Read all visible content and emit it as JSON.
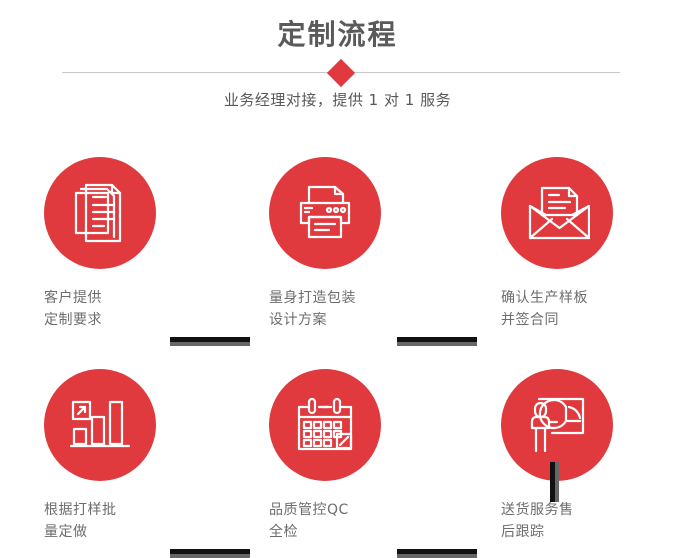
{
  "header": {
    "title": "定制流程",
    "subtitle": "业务经理对接，提供 1 对 1 服务",
    "divider_icon": "diamond-icon",
    "accent_color": "#e03a3e",
    "title_color": "#5a5a5a",
    "divider_color": "#c9c9c9"
  },
  "flow": {
    "connector_colors": {
      "main": "#111111",
      "shadow": "#666666"
    },
    "steps": [
      {
        "index": 1,
        "icon": "documents-stack-icon",
        "label": "客户提供\n定制要求"
      },
      {
        "index": 2,
        "icon": "printer-icon",
        "label": "量身打造包装\n设计方案"
      },
      {
        "index": 3,
        "icon": "open-envelope-letter-icon",
        "label": "确认生产样板\n并签合同"
      },
      {
        "index": 4,
        "icon": "bar-chart-growth-icon",
        "label": "根据打样批\n量定做"
      },
      {
        "index": 5,
        "icon": "calendar-check-icon",
        "label": "品质管控QC\n全检"
      },
      {
        "index": 6,
        "icon": "presenter-pie-chart-icon",
        "label": "送货服务售\n后跟踪"
      }
    ]
  }
}
